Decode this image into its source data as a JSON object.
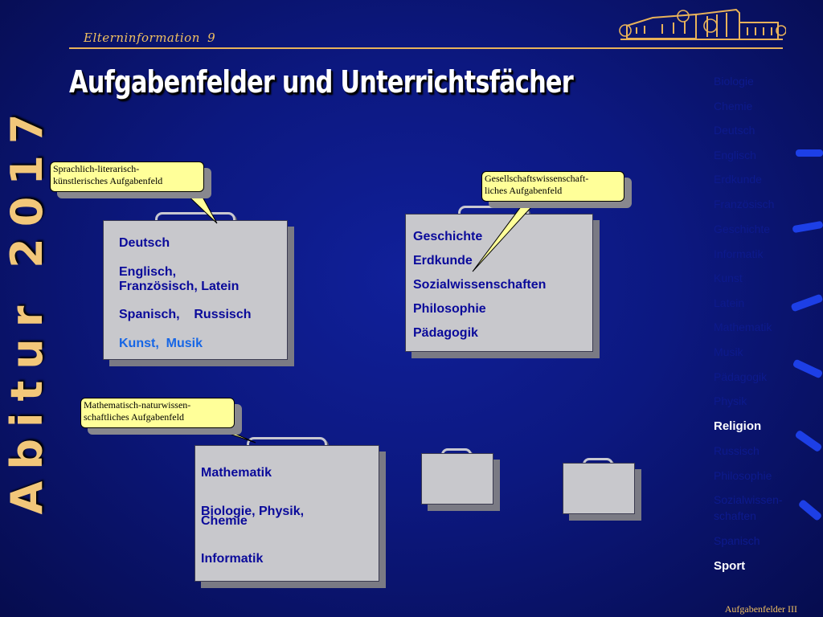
{
  "header": {
    "label": "Elterninformation  9"
  },
  "title": "Aufgabenfelder und Unterrichtsfächer",
  "side_title": "Abitur 2017",
  "footer": "Aufgabenfelder III",
  "callouts": {
    "sprachlich": {
      "line1": "Sprachlich-literarisch-",
      "line2": "künstlerisches Aufgabenfeld"
    },
    "gesellschaft": {
      "line1": "Gesellschaftswissenschaft-",
      "line2": "liches Aufgabenfeld"
    },
    "mathematisch": {
      "line1": "Mathematisch-naturwissen-",
      "line2": "schaftliches Aufgabenfeld"
    }
  },
  "folders": {
    "sprachlich": {
      "items": [
        "Deutsch",
        "Englisch,",
        "Französisch, Latein",
        "Spanisch,    Russisch",
        "Kunst,  Musik"
      ]
    },
    "gesellschaft": {
      "items": [
        "Geschichte",
        "Erdkunde",
        "Sozialwissenschaften",
        "Philosophie",
        "Pädagogik"
      ]
    },
    "mathematisch": {
      "items": [
        "Mathematik",
        "Biologie, Physik,",
        "Chemie",
        "Informatik"
      ]
    }
  },
  "subjects": [
    "Biologie",
    "Chemie",
    "Deutsch",
    "Englisch",
    "Erdkunde",
    "Französisch",
    "Geschichte",
    "Informatik",
    "Kunst",
    "Latein",
    "Mathematik",
    "Musik",
    "Pädagogik",
    "Physik",
    "Religion",
    "Russisch",
    "Philosophie",
    "Sozialwissen-",
    "schaften",
    "Spanisch",
    "Sport"
  ],
  "subjects_highlighted": [
    "Religion",
    "Sport"
  ],
  "colors": {
    "background": "#0c1880",
    "accent_gold": "#e8b25a",
    "folder_text": "#0a0a9a",
    "callout_bg": "#ffff99"
  }
}
